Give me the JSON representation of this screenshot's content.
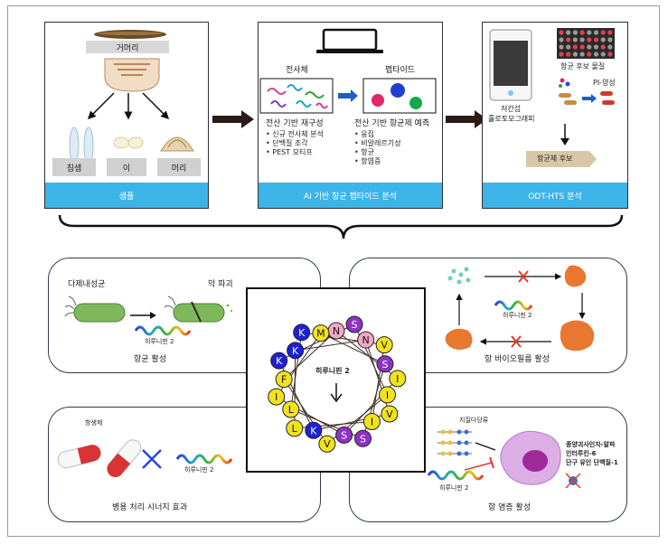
{
  "top": {
    "sample": {
      "footer": "샘플",
      "organism_label": "거머리",
      "chips": [
        "침샘",
        "이",
        "머리"
      ]
    },
    "ai": {
      "footer": "AI 기반 항균 펩타이드 분석",
      "transcriptome_label": "전사체",
      "peptide_label": "펩타이드",
      "left_title": "전산 기반 재구성",
      "left_items": [
        "신규 전사체 분석",
        "단백질 조각",
        "PEST 모티프"
      ],
      "right_title": "전산 기반 항균제 예측",
      "right_items": [
        "응집",
        "비알레르기성",
        "항균",
        "항염증"
      ]
    },
    "odt": {
      "footer": "ODT-HTS 분석",
      "device_label_1": "저간섭",
      "device_label_2": "홀로토모그래피",
      "candidate_label": "항균 후보 물질",
      "pi_label": "PI-양성",
      "result_label": "항균제 후보"
    }
  },
  "bottom": {
    "antibacterial": {
      "bacteria_label": "다제내성균",
      "membrane_label": "막 파괴",
      "peptide_label": "히루니핀 2",
      "caption": "항균 활성"
    },
    "biofilm": {
      "peptide_label": "히루니핀 2",
      "caption": "항 바이오필름 활성"
    },
    "synergy": {
      "antibiotic_label": "항생제",
      "peptide_label": "히루니핀 2",
      "caption": "병용 처리 시너지 효과"
    },
    "antiinflammatory": {
      "lps_label": "지질다당류",
      "peptide_label": "히루니핀 2",
      "cytokines": [
        "종양괴사인자-알파",
        "인터루킨-6",
        "단구 유인 단백질-1"
      ],
      "caption": "항 염증 활성"
    },
    "helical_wheel": {
      "center_label": "히루니핀 2",
      "residues": [
        "N",
        "S",
        "N",
        "V",
        "S",
        "I",
        "I",
        "V",
        "I",
        "S",
        "S",
        "V",
        "K",
        "L",
        "L",
        "I",
        "F",
        "K",
        "K",
        "K",
        "M"
      ],
      "colors": {
        "K": "#1f1fd6",
        "M": "#f2e21e",
        "L": "#f2e21e",
        "I": "#f2e21e",
        "V": "#f2e21e",
        "F": "#f2e21e",
        "S": "#8e32c4",
        "N": "#f4a6c8"
      }
    }
  }
}
